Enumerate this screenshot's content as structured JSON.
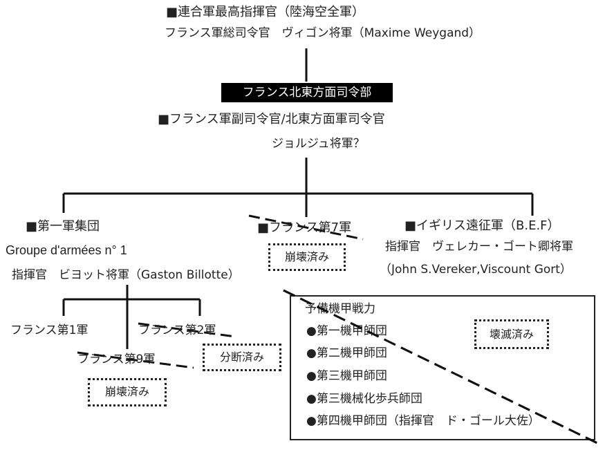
{
  "supreme": {
    "title": "■連合軍最高指揮官（陸海空全軍）",
    "commander": "フランス軍総司令官　ヴィゴン将軍（Maxime Weygand）"
  },
  "northeast": {
    "hq_label": "フランス北東方面司令部",
    "title": "■フランス軍副司令官/北東方面軍司令官",
    "commander": "ジョルジュ将軍？"
  },
  "army_group_1": {
    "title": "■第一軍集団",
    "french_name": "Groupe d'armées n° 1",
    "commander": "指揮官　ビヨット将軍（Gaston Billotte）",
    "armies": [
      {
        "name": "フランス第1軍"
      },
      {
        "name": "フランス第2軍",
        "status": "分断済み"
      },
      {
        "name": "フランス第9軍",
        "status": "崩壊済み"
      }
    ]
  },
  "seventh_army": {
    "title": "■フランス第7軍",
    "status": "崩壊済み"
  },
  "bef": {
    "title": "■イギリス遠征軍（B.E.F）",
    "commander": "指揮官　ヴェレカー・ゴート卿将軍",
    "commander_en": "（John S.Vereker,Viscount Gort）"
  },
  "reserve": {
    "title": "予備機甲戦力",
    "status": "壊滅済み",
    "units": [
      "●第一機甲師団",
      "●第二機甲師団",
      "●第三機甲師団",
      "●第三機械化歩兵師団",
      "●第四機甲師団（指揮官　ド・ゴール大佐）"
    ]
  }
}
